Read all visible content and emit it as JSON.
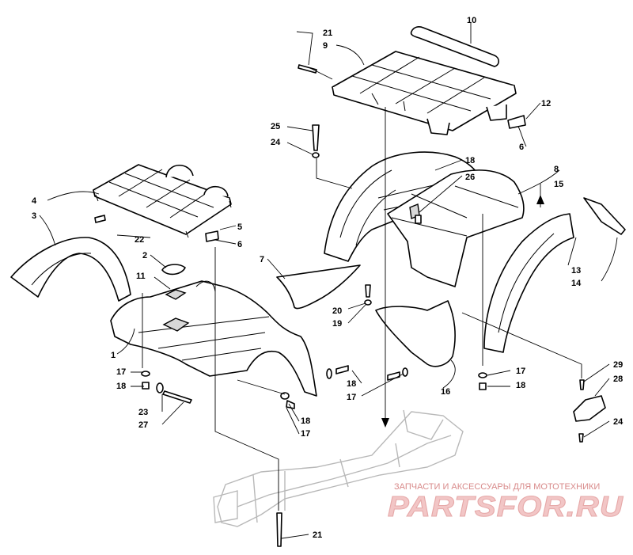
{
  "callouts": [
    {
      "id": "c1",
      "text": "1"
    },
    {
      "id": "c2",
      "text": "2"
    },
    {
      "id": "c3",
      "text": "3"
    },
    {
      "id": "c4",
      "text": "4"
    },
    {
      "id": "c5",
      "text": "5"
    },
    {
      "id": "c6a",
      "text": "6"
    },
    {
      "id": "c6b",
      "text": "6"
    },
    {
      "id": "c7",
      "text": "7"
    },
    {
      "id": "c8",
      "text": "8"
    },
    {
      "id": "c9",
      "text": "9"
    },
    {
      "id": "c10",
      "text": "10"
    },
    {
      "id": "c11",
      "text": "11"
    },
    {
      "id": "c12",
      "text": "12"
    },
    {
      "id": "c13",
      "text": "13"
    },
    {
      "id": "c14",
      "text": "14"
    },
    {
      "id": "c15",
      "text": "15"
    },
    {
      "id": "c16",
      "text": "16"
    },
    {
      "id": "c17a",
      "text": "17"
    },
    {
      "id": "c17b",
      "text": "17"
    },
    {
      "id": "c17c",
      "text": "17"
    },
    {
      "id": "c17d",
      "text": "17"
    },
    {
      "id": "c18a",
      "text": "18"
    },
    {
      "id": "c18b",
      "text": "18"
    },
    {
      "id": "c18c",
      "text": "18"
    },
    {
      "id": "c18d",
      "text": "18"
    },
    {
      "id": "c18e",
      "text": "18"
    },
    {
      "id": "c19",
      "text": "19"
    },
    {
      "id": "c20",
      "text": "20"
    },
    {
      "id": "c21a",
      "text": "21"
    },
    {
      "id": "c21b",
      "text": "21"
    },
    {
      "id": "c22",
      "text": "22"
    },
    {
      "id": "c23",
      "text": "23"
    },
    {
      "id": "c24a",
      "text": "24"
    },
    {
      "id": "c24b",
      "text": "24"
    },
    {
      "id": "c25",
      "text": "25"
    },
    {
      "id": "c26",
      "text": "26"
    },
    {
      "id": "c27",
      "text": "27"
    },
    {
      "id": "c28",
      "text": "28"
    },
    {
      "id": "c29",
      "text": "29"
    }
  ],
  "watermark": {
    "tagline": "ЗАПЧАСТИ И АКСЕССУАРЫ ДЛЯ МОТОТЕХНИКИ",
    "logo": "PARTSFOR.RU"
  }
}
